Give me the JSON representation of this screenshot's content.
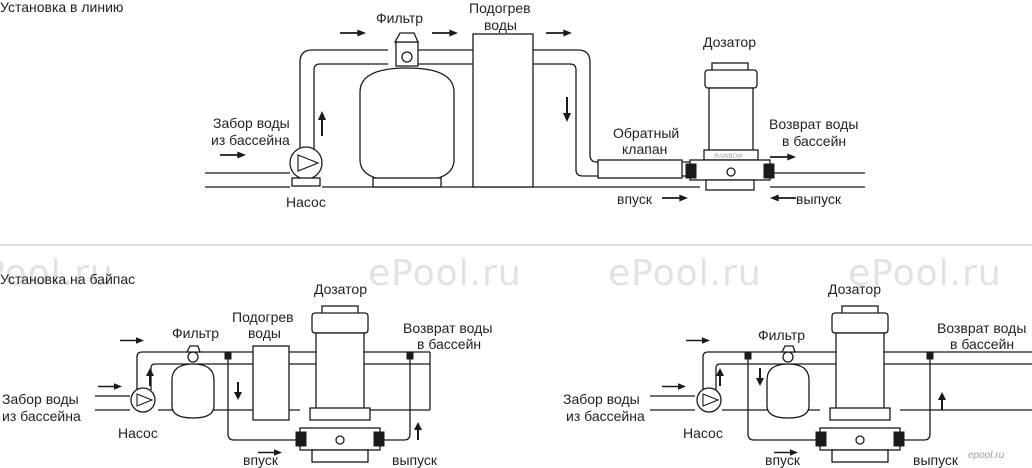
{
  "section_inline": {
    "title": "Установка в линию",
    "labels": {
      "filter": "Фильтр",
      "heater_line1": "Подогрев",
      "heater_line2": "воды",
      "dispenser": "Дозатор",
      "intake_line1": "Забор воды",
      "intake_line2": "из бассейна",
      "pump": "Насос",
      "check_valve_line1": "Обратный",
      "check_valve_line2": "клапан",
      "return_line1": "Возврат воды",
      "return_line2": "в бассейн",
      "inlet": "впуск",
      "outlet": "выпуск"
    }
  },
  "section_bypass": {
    "title": "Установка на байпас",
    "left": {
      "filter": "Фильтр",
      "heater_line1": "Подогрев",
      "heater_line2": "воды",
      "dispenser": "Дозатор",
      "intake_line1": "Забор воды",
      "intake_line2": "из бассейна",
      "pump": "Насос",
      "return_line1": "Возврат воды",
      "return_line2": "в бассейн",
      "inlet": "впуск",
      "outlet": "выпуск"
    },
    "right": {
      "filter": "Фильтр",
      "dispenser": "Дозатор",
      "intake_line1": "Забор воды",
      "intake_line2": "из бассейна",
      "pump": "Насос",
      "return_line1": "Возврат воды",
      "return_line2": "в бассейн",
      "inlet": "впуск",
      "outlet": "выпуск"
    }
  },
  "watermark": "ePool.ru",
  "logo": "epool.ru",
  "dispenser_brand": "RAINBOW"
}
